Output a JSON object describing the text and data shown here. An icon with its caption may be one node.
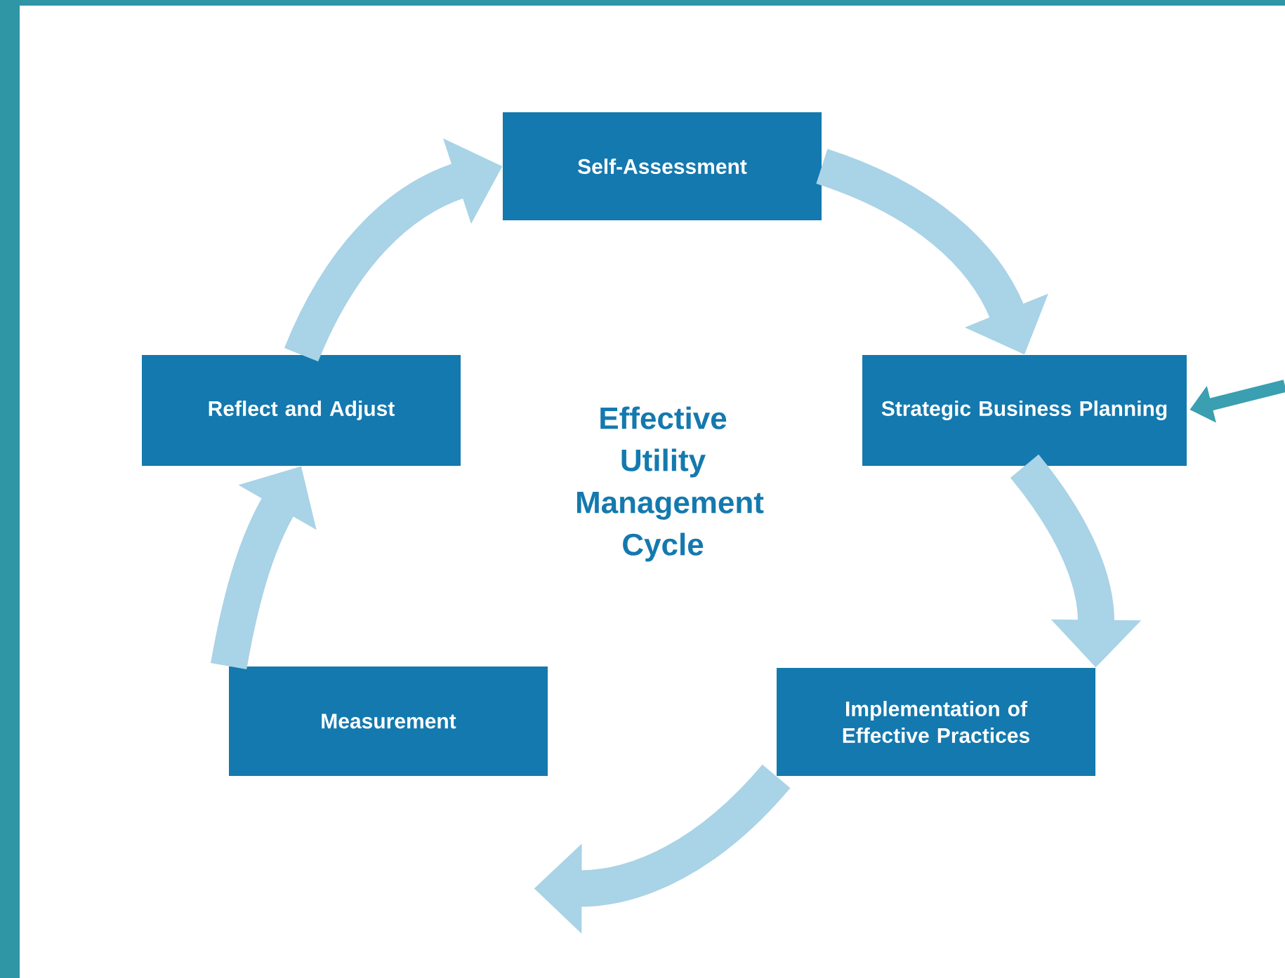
{
  "diagram": {
    "title": "Effective Utility Management Cycle",
    "nodes": [
      {
        "text": [
          "Self-Assessment"
        ]
      },
      {
        "text": [
          "Strategic Business Planning"
        ]
      },
      {
        "text": [
          "Implementation of Effective Practices"
        ]
      },
      {
        "text": [
          "Measurement"
        ]
      },
      {
        "text": [
          "Reflect and Adjust"
        ]
      }
    ],
    "edges": [
      {
        "from": 0,
        "to": 1,
        "arrow": "to"
      },
      {
        "from": 1,
        "to": 2,
        "arrow": "to"
      },
      {
        "from": 2,
        "to": 3,
        "arrow": "to"
      },
      {
        "from": 3,
        "to": 4,
        "arrow": "to"
      },
      {
        "from": 4,
        "to": 0,
        "arrow": "to"
      },
      {
        "from": null,
        "to": 1,
        "arrow": "to",
        "color": "#3a9fb0"
      }
    ]
  }
}
